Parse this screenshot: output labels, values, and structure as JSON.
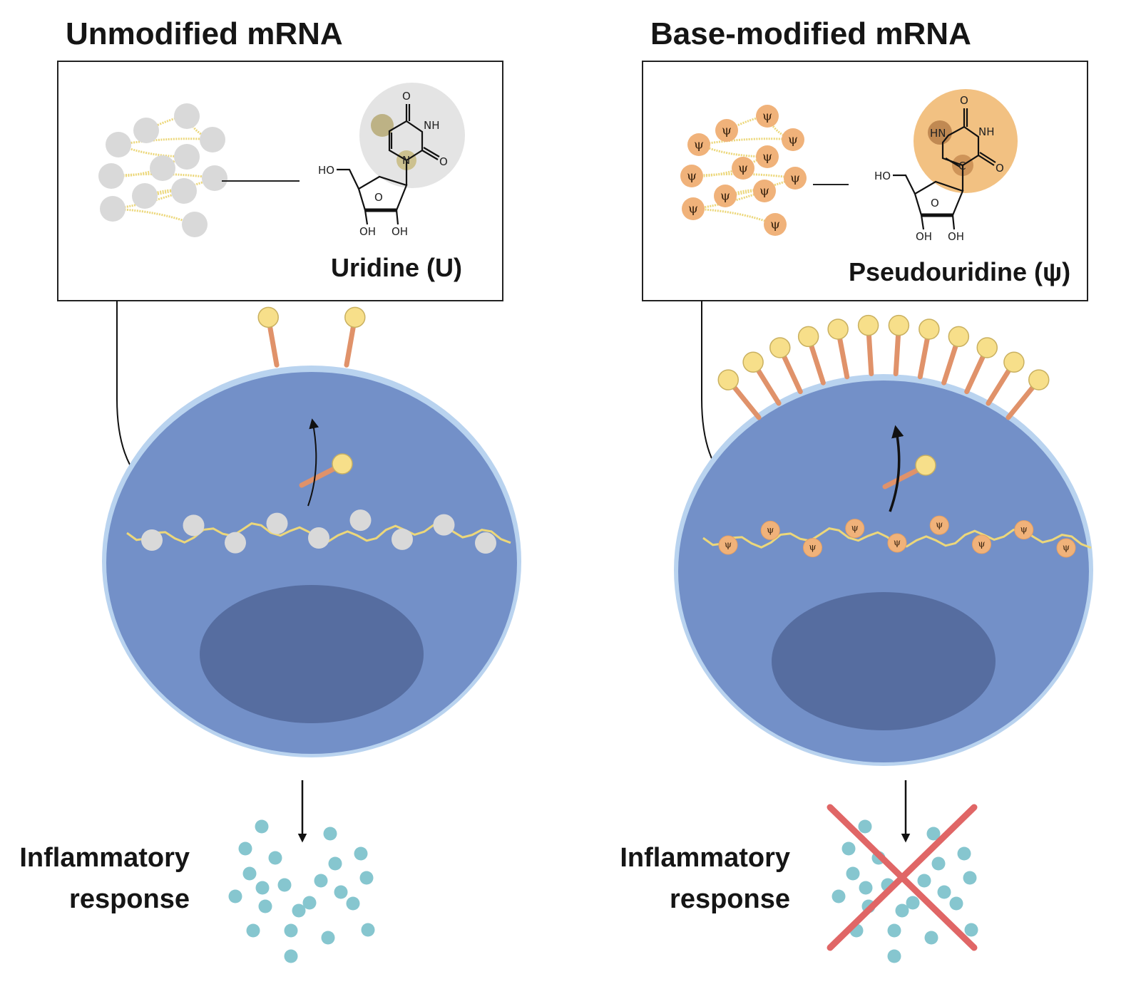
{
  "panels": {
    "left": {
      "title": "Unmodified mRNA",
      "molecule_name": "Uridine (U)",
      "nucleotide_symbol": "",
      "receptor_count": 2,
      "response_label_line1": "Inflammatory",
      "response_label_line2": "response",
      "response_blocked": false
    },
    "right": {
      "title": "Base-modified mRNA",
      "molecule_name": "Pseudouridine (ψ)",
      "nucleotide_symbol": "ψ",
      "receptor_count": 12,
      "response_label_line1": "Inflammatory",
      "response_label_line2": "response",
      "response_blocked": true
    }
  },
  "chem_labels": {
    "ho": "HO",
    "oh": "OH",
    "o": "O",
    "nh": "NH",
    "hn": "HN",
    "n": "N",
    "c": "C"
  },
  "colors": {
    "cell": "#7390c8",
    "cell_membrane": "#b9d3ef",
    "nucleus": "#566da0",
    "uridine_bead": "#d9d9d9",
    "pseudouridine_bead": "#f0b27a",
    "rna_strand": "#ecd77a",
    "receptor_head": "#f7df8a",
    "receptor_stalk": "#e0926a",
    "cytokine": "#86c6cf",
    "block_cross": "#e06666",
    "uridine_highlight": "#e4e4e4",
    "pseudouridine_highlight": "#f2c182"
  }
}
